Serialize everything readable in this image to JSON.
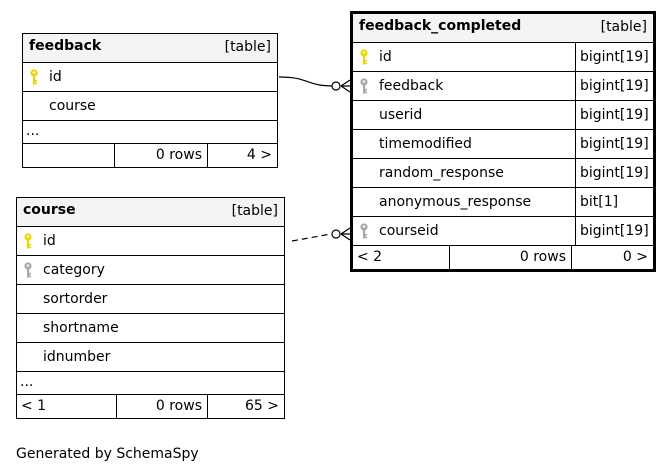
{
  "tables": {
    "feedback": {
      "name": "feedback",
      "kind": "[table]",
      "columns": [
        {
          "name": "id",
          "key": "primary"
        },
        {
          "name": "course",
          "key": "none"
        }
      ],
      "ellipsis": "...",
      "footer": {
        "left": "",
        "rows": "0 rows",
        "right": "4 >"
      }
    },
    "feedback_completed": {
      "name": "feedback_completed",
      "kind": "[table]",
      "columns": [
        {
          "name": "id",
          "type": "bigint[19]",
          "key": "primary"
        },
        {
          "name": "feedback",
          "type": "bigint[19]",
          "key": "foreign"
        },
        {
          "name": "userid",
          "type": "bigint[19]",
          "key": "none"
        },
        {
          "name": "timemodified",
          "type": "bigint[19]",
          "key": "none"
        },
        {
          "name": "random_response",
          "type": "bigint[19]",
          "key": "none"
        },
        {
          "name": "anonymous_response",
          "type": "bit[1]",
          "key": "none"
        },
        {
          "name": "courseid",
          "type": "bigint[19]",
          "key": "foreign"
        }
      ],
      "footer": {
        "left": "< 2",
        "rows": "0 rows",
        "right": "0 >"
      }
    },
    "course": {
      "name": "course",
      "kind": "[table]",
      "columns": [
        {
          "name": "id",
          "key": "primary"
        },
        {
          "name": "category",
          "key": "foreign"
        },
        {
          "name": "sortorder",
          "key": "none"
        },
        {
          "name": "shortname",
          "key": "none"
        },
        {
          "name": "idnumber",
          "key": "none"
        }
      ],
      "ellipsis": "...",
      "footer": {
        "left": "< 1",
        "rows": "0 rows",
        "right": "65 >"
      }
    }
  },
  "colors": {
    "primary_key": "#e8d800",
    "foreign_key": "#a8a8a8",
    "header_bg": "#f4f4f4"
  },
  "caption": "Generated by SchemaSpy"
}
